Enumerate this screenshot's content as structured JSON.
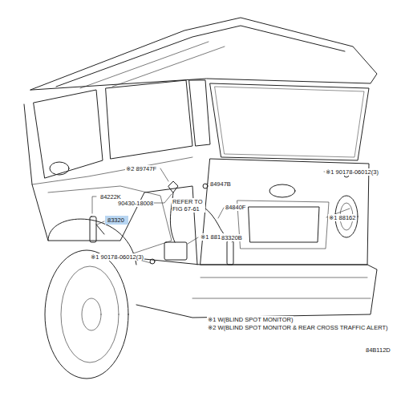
{
  "diagram": {
    "nodes": [
      {
        "text": [
          "83320"
        ]
      }
    ],
    "labels": [
      "※2 89747F",
      "84947B",
      "84222K",
      "90430-18008",
      "REFER TO FIG 67-61",
      "84840F",
      "※1 88162",
      "※1 88172",
      "83320B",
      "※1 90178-06012(3)",
      "※1 90178-06012(3)",
      "※1 W(BLIND SPOT MONITOR)",
      "※2 W(BLIND SPOT MONITOR & REAR CROSS TRAFFIC ALERT)",
      "84B112D"
    ]
  }
}
